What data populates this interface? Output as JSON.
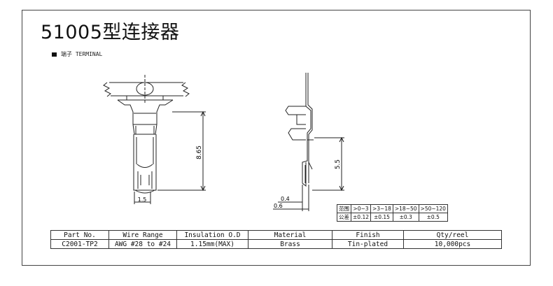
{
  "title": "51005型连接器",
  "subtitle": "端子 TERMINAL",
  "dimensions": {
    "length": "8.65",
    "width": "1.5",
    "height": "5.5",
    "thick_a": "0.4",
    "thick_b": "0.6"
  },
  "tolerance": {
    "row1_label": "范围",
    "row2_label": "公差",
    "ranges": [
      ">0~3",
      ">3~18",
      ">18~50",
      ">50~120"
    ],
    "values": [
      "±0.12",
      "±0.15",
      "±0.3",
      "±0.5"
    ]
  },
  "spec_table": {
    "headers": [
      "Part No.",
      "Wire Range",
      "Insulation O.D",
      "Material",
      "Finish",
      "Qty/reel"
    ],
    "row": [
      "C2001-TP2",
      "AWG #28 to #24",
      "1.15mm(MAX)",
      "Brass",
      "Tin-plated",
      "10,000pcs"
    ]
  }
}
